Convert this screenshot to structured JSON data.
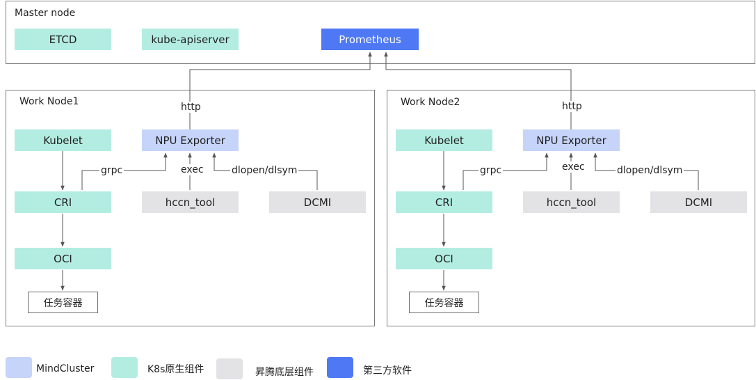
{
  "master": {
    "title": "Master node",
    "etcd": "ETCD",
    "apiserver": "kube-apiserver",
    "prometheus": "Prometheus"
  },
  "nodes": [
    {
      "title": "Work Node1",
      "kubelet": "Kubelet",
      "npu_exporter": "NPU Exporter",
      "cri": "CRI",
      "hccn_tool": "hccn_tool",
      "dcmi": "DCMI",
      "oci": "OCI",
      "task": "任务容器",
      "http": "http",
      "grpc": "grpc",
      "exec": "exec",
      "dlopen": "dlopen/dlsym"
    },
    {
      "title": "Work Node2",
      "kubelet": "Kubelet",
      "npu_exporter": "NPU Exporter",
      "cri": "CRI",
      "hccn_tool": "hccn_tool",
      "dcmi": "DCMI",
      "oci": "OCI",
      "task": "任务容器",
      "http": "http",
      "grpc": "grpc",
      "exec": "exec",
      "dlopen": "dlopen/dlsym"
    }
  ],
  "legend": [
    {
      "label": "MindCluster",
      "color": "#c6d4f9"
    },
    {
      "label": "K8s原生组件",
      "color": "#b3ede2"
    },
    {
      "label": "昇腾底层组件",
      "color": "#e3e3e6"
    },
    {
      "label": "第三方软件",
      "color": "#4f79f4"
    }
  ],
  "colors": {
    "k8s": "#b3ede2",
    "mindcluster": "#c6d4f9",
    "ascend": "#e3e3e6",
    "third_party": "#4f79f4",
    "border": "#7a7a7a",
    "connector": "#555555"
  }
}
